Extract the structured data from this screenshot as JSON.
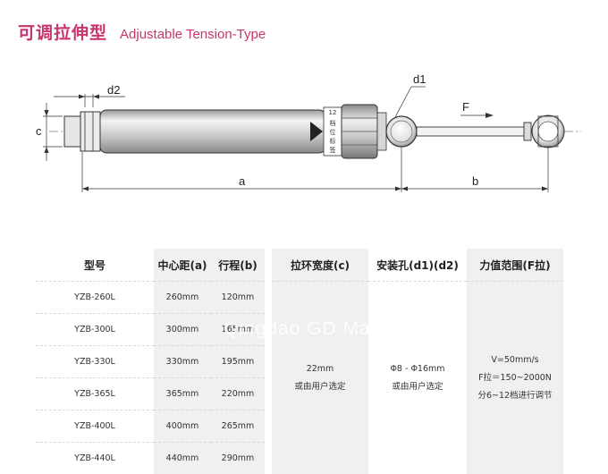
{
  "title": {
    "cn": "可调拉伸型",
    "en": "Adjustable Tension-Type"
  },
  "diagram": {
    "labels": {
      "d2": "d2",
      "d1": "d1",
      "c": "c",
      "a": "a",
      "b": "b",
      "F": "F"
    },
    "knob_label": "12档位标签"
  },
  "table": {
    "headers": [
      "型号",
      "中心距(a)",
      "行程(b)",
      "拉环宽度(c)",
      "安装孔(d1)(d2)",
      "力值范围(F拉)"
    ],
    "rows": [
      {
        "model": "YZB-260L",
        "a": "260mm",
        "b": "120mm"
      },
      {
        "model": "YZB-300L",
        "a": "300mm",
        "b": "165mm"
      },
      {
        "model": "YZB-330L",
        "a": "330mm",
        "b": "195mm"
      },
      {
        "model": "YZB-365L",
        "a": "365mm",
        "b": "220mm"
      },
      {
        "model": "YZB-400L",
        "a": "400mm",
        "b": "265mm"
      },
      {
        "model": "YZB-440L",
        "a": "440mm",
        "b": "290mm"
      }
    ],
    "c_lines": [
      "22mm",
      "或由用户选定"
    ],
    "d_lines": [
      "Φ8 - Φ16mm",
      "或由用户选定"
    ],
    "f_lines": [
      "V=50mm/s",
      "F拉＝150~2000N",
      "分6~12档进行调节"
    ]
  },
  "watermark": "Qingdao GD Mac"
}
